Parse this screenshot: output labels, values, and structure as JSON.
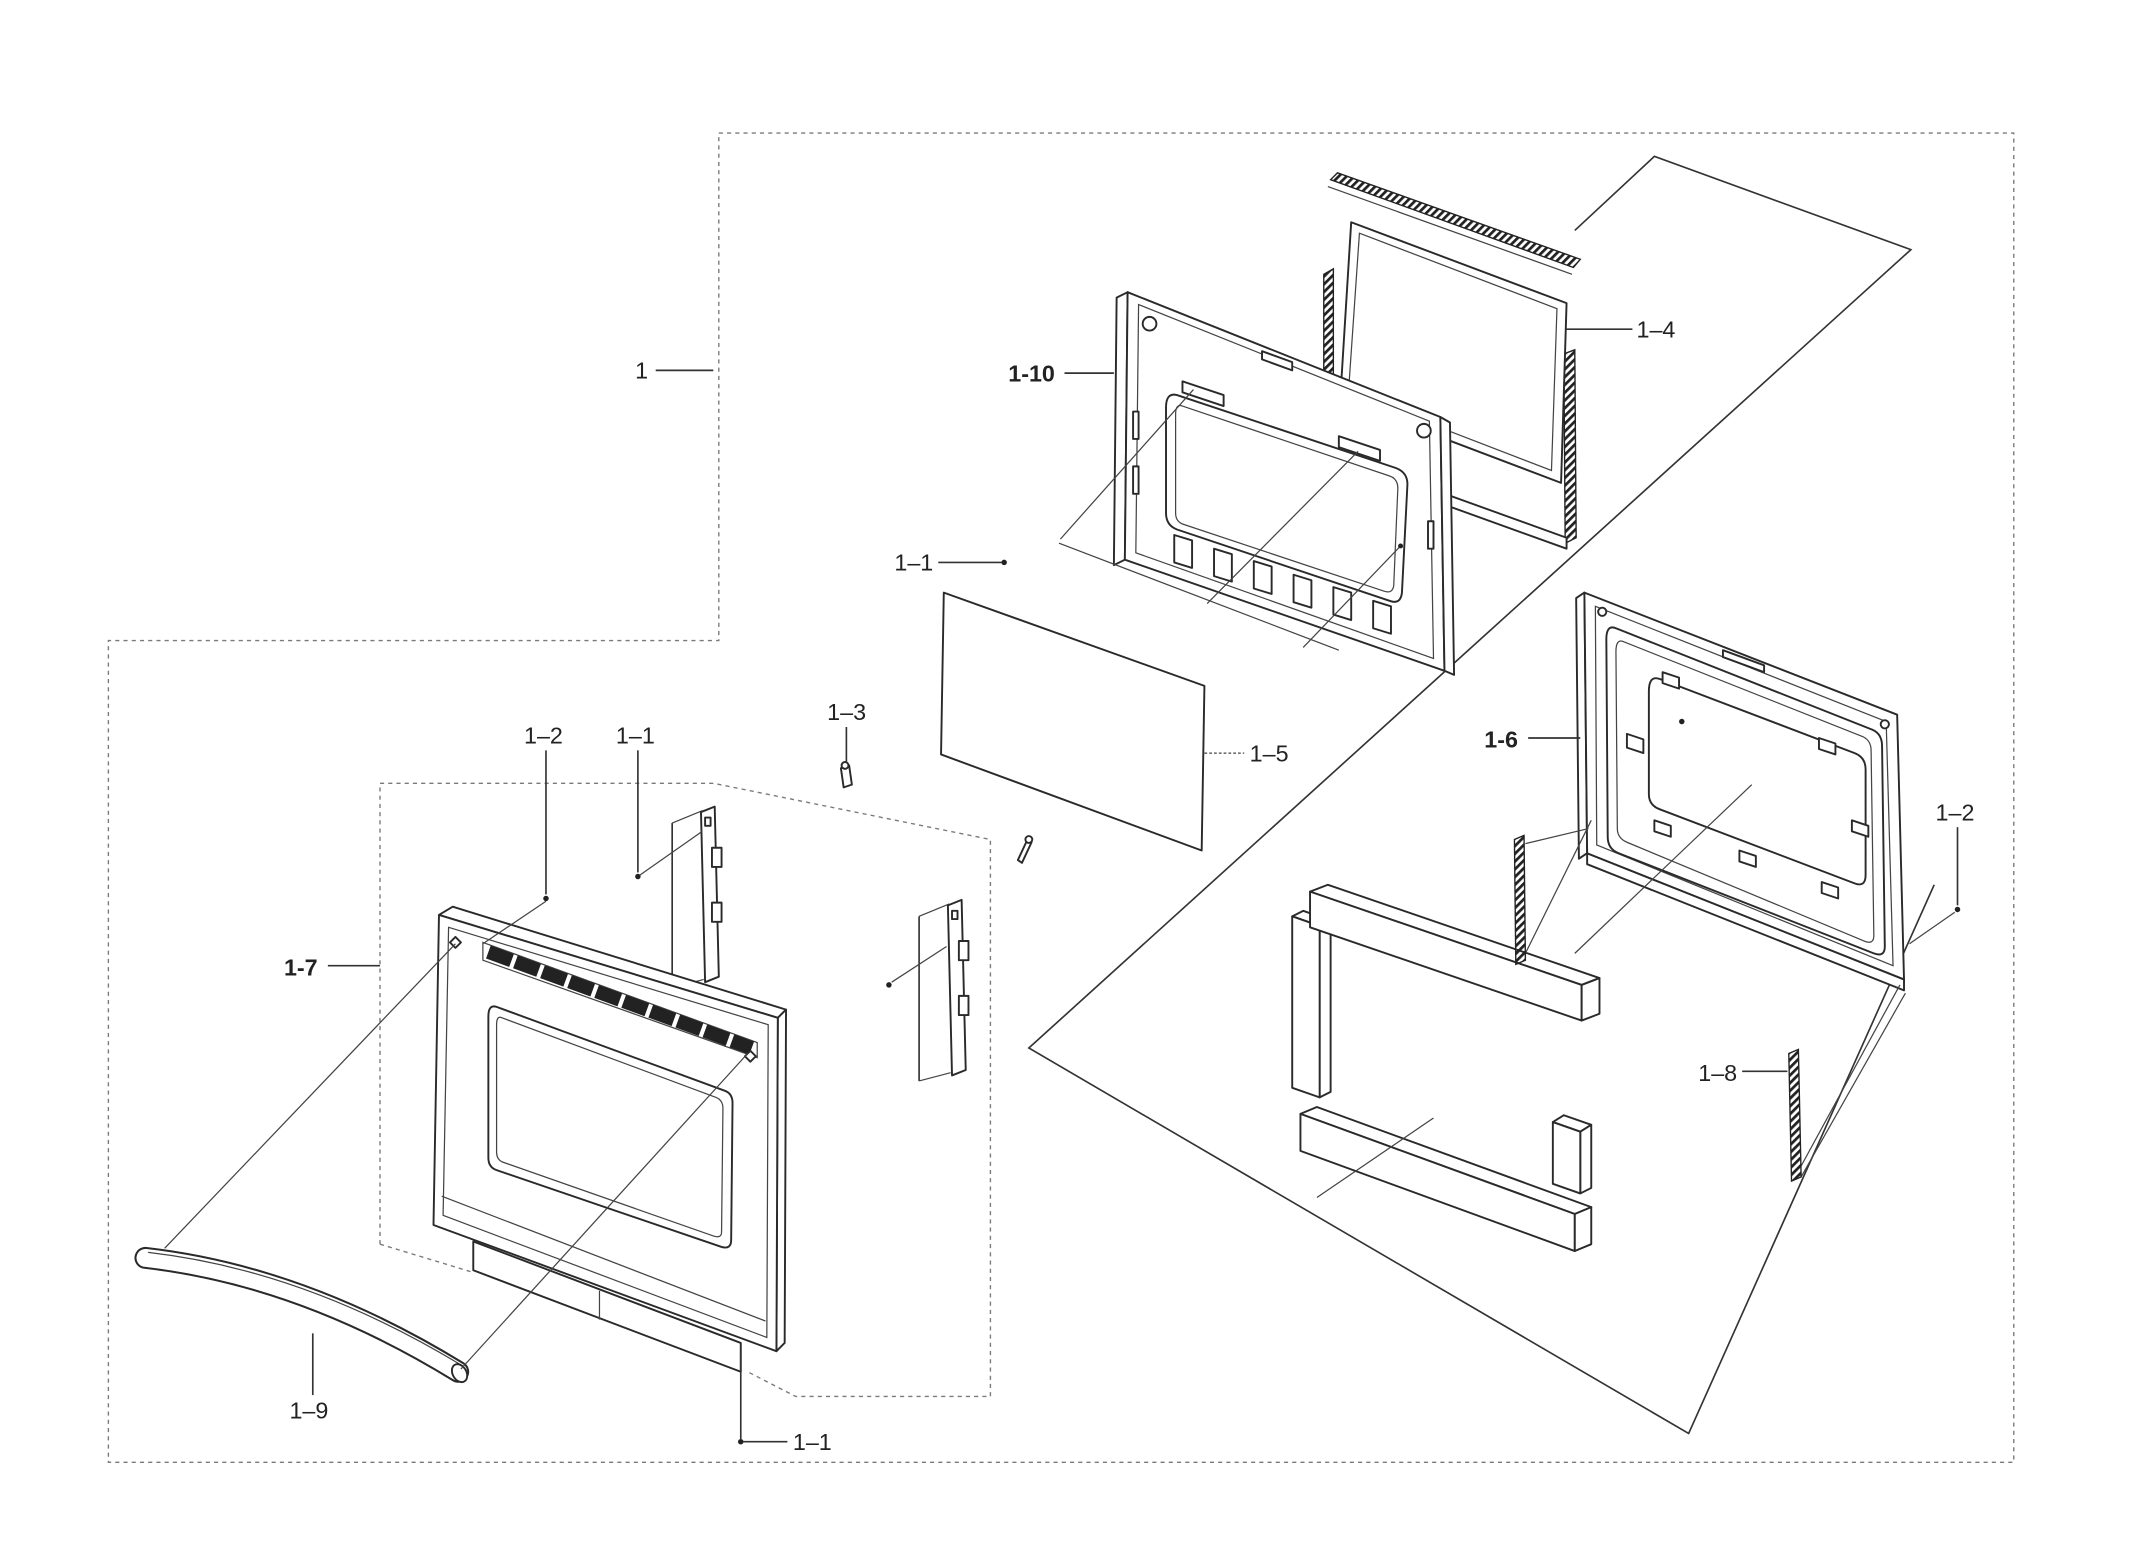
{
  "callouts": [
    "1",
    "1-10",
    "1–4",
    "1–1",
    "1–5",
    "1–3",
    "1–2",
    "1–1",
    "1-7",
    "1-6",
    "1–2",
    "1–8",
    "1–9",
    "1–1"
  ],
  "colors": {
    "line": "#333333",
    "background": "#ffffff"
  }
}
